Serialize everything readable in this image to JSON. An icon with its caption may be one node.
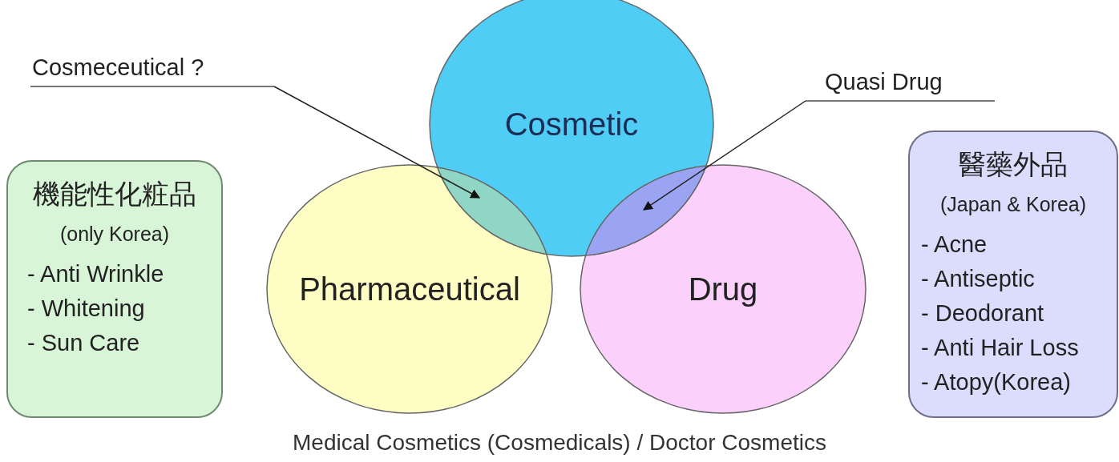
{
  "diagram": {
    "caption": "Medical Cosmetics (Cosmedicals) / Doctor Cosmetics",
    "nodes": [
      {
        "text": [
          "Cosmeceutical ?"
        ]
      },
      {
        "text": [
          "Quasi Drug"
        ]
      },
      {
        "text": [
          "Cosmetic"
        ]
      },
      {
        "text": [
          "機能性化粧品",
          "(only Korea)",
          "- Anti Wrinkle",
          "- Whitening",
          "- Sun Care"
        ]
      },
      {
        "text": [
          "Pharmaceutical"
        ]
      },
      {
        "text": [
          "Drug"
        ]
      },
      {
        "text": [
          "醫藥外品",
          "(Japan & Korea)",
          "- Acne",
          "- Antiseptic",
          "- Deodorant",
          "- Anti Hair Loss",
          "- Atopy(Korea)"
        ]
      },
      {
        "text": [],
        "shape": "lens"
      },
      {
        "text": [],
        "shape": "lens"
      }
    ],
    "edges": [
      {
        "from": 0,
        "to": 7,
        "arrow": "to"
      },
      {
        "from": 1,
        "to": 8,
        "arrow": "to"
      }
    ]
  }
}
